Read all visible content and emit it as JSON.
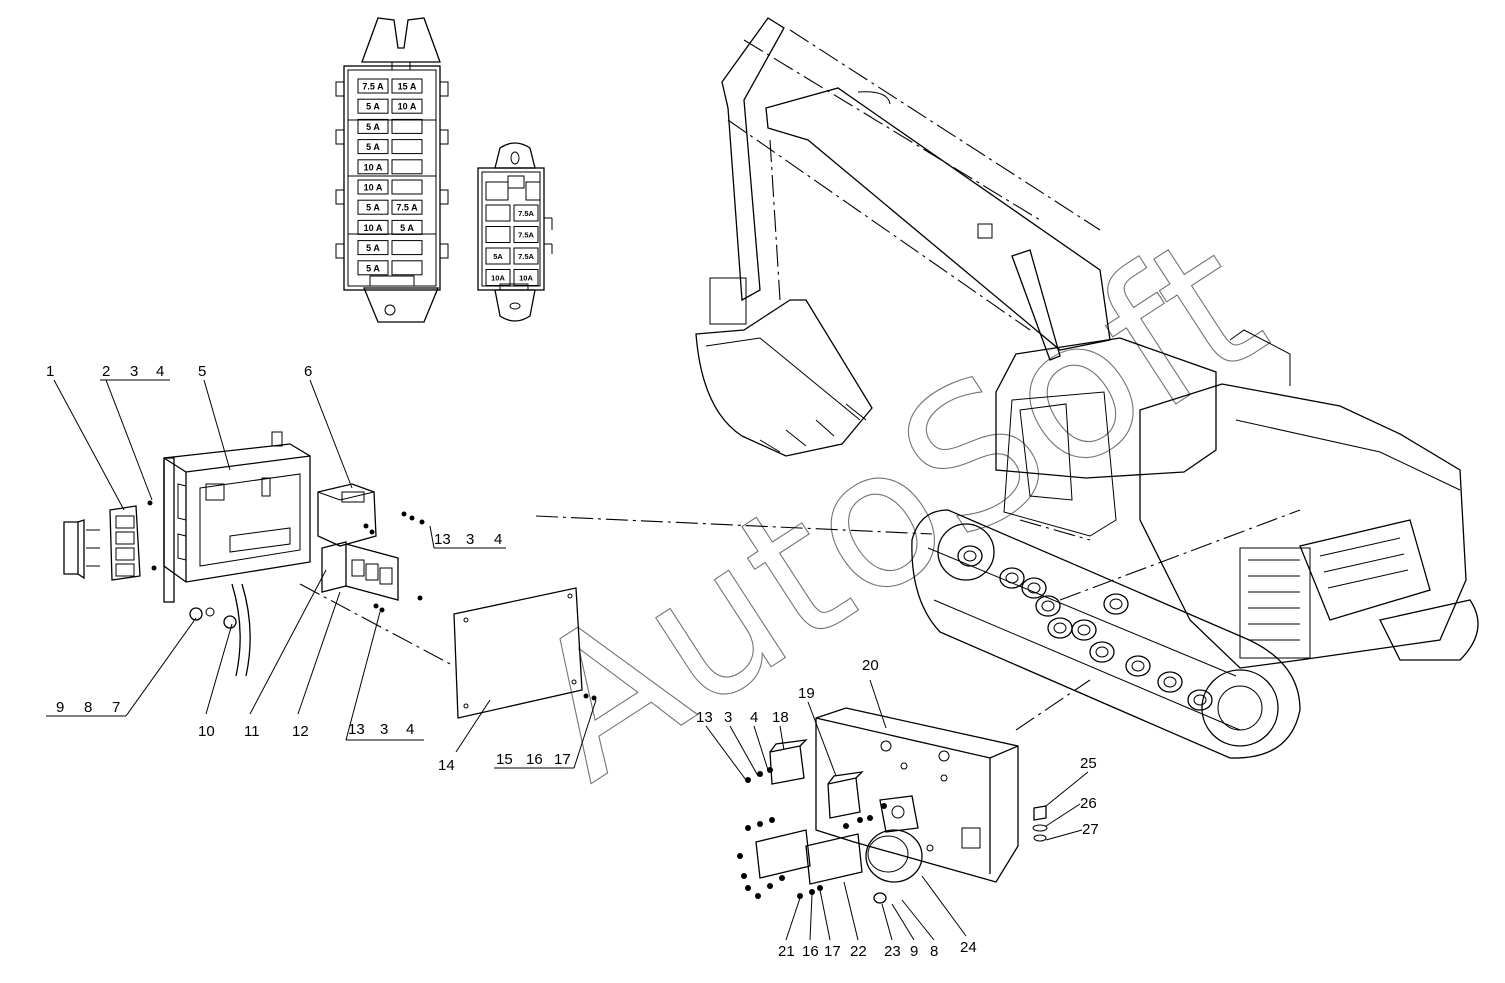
{
  "watermark": "AutoSoft",
  "fuse_box_large": {
    "rows": [
      [
        "7.5 A",
        "15 A"
      ],
      [
        "5 A",
        "10 A"
      ],
      [
        "5 A",
        ""
      ],
      [
        "5 A",
        ""
      ],
      [
        "10 A",
        ""
      ],
      [
        "10 A",
        ""
      ],
      [
        "5 A",
        "7.5 A"
      ],
      [
        "10 A",
        "5 A"
      ],
      [
        "5 A",
        ""
      ],
      [
        "5 A",
        ""
      ]
    ]
  },
  "fuse_box_small": {
    "rows": [
      [
        "",
        "7.5A"
      ],
      [
        "",
        "7.5A"
      ],
      [
        "5A",
        "7.5A"
      ],
      [
        "10A",
        "10A"
      ]
    ]
  },
  "callouts_left": {
    "c1": "1",
    "g234": [
      "2",
      "3",
      "4"
    ],
    "c5": "5",
    "c6": "6",
    "g13a": [
      "13",
      "3",
      "4"
    ],
    "g987": [
      "9",
      "8",
      "7"
    ],
    "c10": "10",
    "c11": "11",
    "c12": "12",
    "g13b": [
      "13",
      "3",
      "4"
    ],
    "c14": "14",
    "g151617": [
      "15",
      "16",
      "17"
    ]
  },
  "callouts_right": {
    "c13": "13",
    "c3": "3",
    "c4": "4",
    "c18": "18",
    "c19": "19",
    "c20": "20",
    "c25": "25",
    "c26": "26",
    "c27": "27",
    "c21": "21",
    "c16": "16",
    "c17": "17",
    "c22": "22",
    "c23": "23",
    "c9": "9",
    "c8": "8",
    "c24": "24"
  }
}
